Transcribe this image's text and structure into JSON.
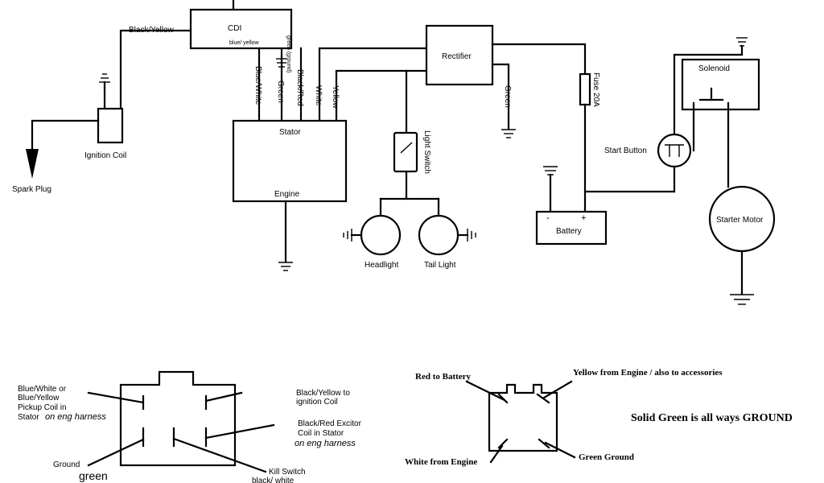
{
  "components": {
    "cdi": "CDI",
    "cdi_blue_yellow": "blue/ yellow",
    "cdi_green_ground": "green (ground)",
    "rectifier": "Rectifier",
    "stator": "Stator",
    "engine": "Engine",
    "ignition_coil": "Ignition Coil",
    "spark_plug": "Spark Plug",
    "light_switch": "Light Switch",
    "headlight": "Headlight",
    "tail_light": "Tail Light",
    "fuse": "Fuse 20A",
    "battery": "Battery",
    "battery_minus": "-",
    "battery_plus": "+",
    "solenoid": "Solenoid",
    "start_button": "Start Button",
    "starter_motor": "Starter Motor"
  },
  "wires": {
    "black_yellow": "Black/Yellow",
    "blue_white": "Blue/White",
    "green": "Green",
    "black_red": "Black/Red",
    "white": "White",
    "yellow": "Yellow",
    "rect_green": "Green"
  },
  "cdi_connector": {
    "label_tl_1": "Blue/White or",
    "label_tl_2": "Blue/Yellow",
    "label_tl_3": "Pickup Coil in",
    "label_tl_4a": "Stator",
    "label_tl_4b": "on eng harness",
    "label_tr_1": "Black/Yellow to",
    "label_tr_2": "ignition Coil",
    "label_mr_1": "Black/Red Excitor",
    "label_mr_2": "Coil in Stator",
    "label_mr_3": "on eng harness",
    "label_ground": "Ground",
    "label_green": "green",
    "label_kill_1": "Kill Switch",
    "label_kill_2": "black/ white"
  },
  "rect_connector": {
    "red_to_battery": "Red to Battery",
    "yellow_from_engine": "Yellow from Engine / also to accessories",
    "white_from_engine": "White from Engine",
    "green_ground": "Green Ground"
  },
  "note": "Solid Green is all ways GROUND"
}
